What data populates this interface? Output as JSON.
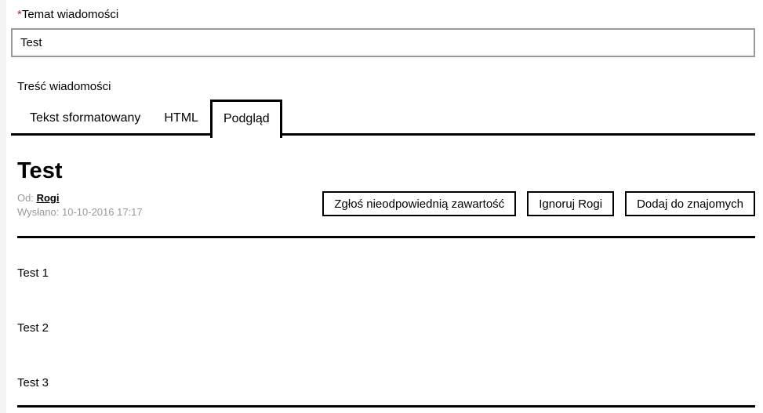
{
  "form": {
    "required_marker": "*",
    "subject_label": "Temat wiadomości",
    "subject_value": "Test",
    "body_label": "Treść wiadomości"
  },
  "tabs": [
    {
      "label": "Tekst sformatowany",
      "active": false
    },
    {
      "label": "HTML",
      "active": false
    },
    {
      "label": "Podgląd",
      "active": true
    }
  ],
  "preview": {
    "title": "Test",
    "from_label": "Od:",
    "author": "Rogi",
    "sent_label": "Wysłano:",
    "sent_value": "10-10-2016 17:17",
    "buttons": [
      "Zgłoś nieodpowiednią zawartość",
      "Ignoruj Rogi",
      "Dodaj do znajomych"
    ],
    "body_lines": [
      "Test 1",
      "Test 2",
      "Test 3"
    ]
  },
  "colors": {
    "required_red": "#993333",
    "muted_gray": "#999999",
    "input_border": "#999999",
    "line_black": "#000000"
  }
}
